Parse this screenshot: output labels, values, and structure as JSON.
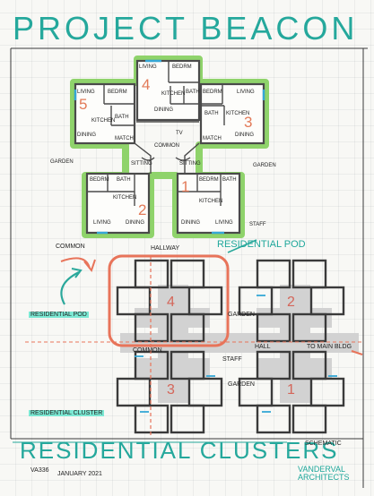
{
  "title": "PROJECT BEACON",
  "subtitle": "RESIDENTIAL CLUSTERS",
  "schematic": "SCHEMATIC",
  "course": "VA336",
  "date": "JANUARY 2021",
  "firm": "VANDERVAL ARCHITECTS",
  "pod": {
    "heading": "RESIDENTIAL POD",
    "unit_numbers": [
      "4",
      "5",
      "3",
      "2",
      "1"
    ],
    "rooms": {
      "living": "LIVING",
      "bedroom": "BEDRM",
      "kitchen": "KITCHEN",
      "bath": "BATH",
      "dining": "DINING",
      "tv": "TV",
      "common": "COMMON",
      "sitting": "SITTING",
      "garden": "GARDEN",
      "staff": "STAFF",
      "match": "MATCH"
    }
  },
  "plan": {
    "labels": {
      "common": "COMMON",
      "hallway": "HALLWAY",
      "residential_pod": "RESIDENTIAL POD",
      "garden": "GARDEN",
      "hall": "HALL",
      "to_main_bldg": "TO MAIN BLDG",
      "staff": "STAFF",
      "residential_cluster": "RESIDENTIAL CLUSTER"
    },
    "cluster_numbers": [
      "4",
      "2",
      "3",
      "1"
    ]
  },
  "colors": {
    "teal": "#25a89c",
    "green": "#8fd36b",
    "orange": "#e27a58",
    "gray": "#cfcfcf",
    "ink": "#2a2a2a",
    "blue": "#35a7d6"
  }
}
